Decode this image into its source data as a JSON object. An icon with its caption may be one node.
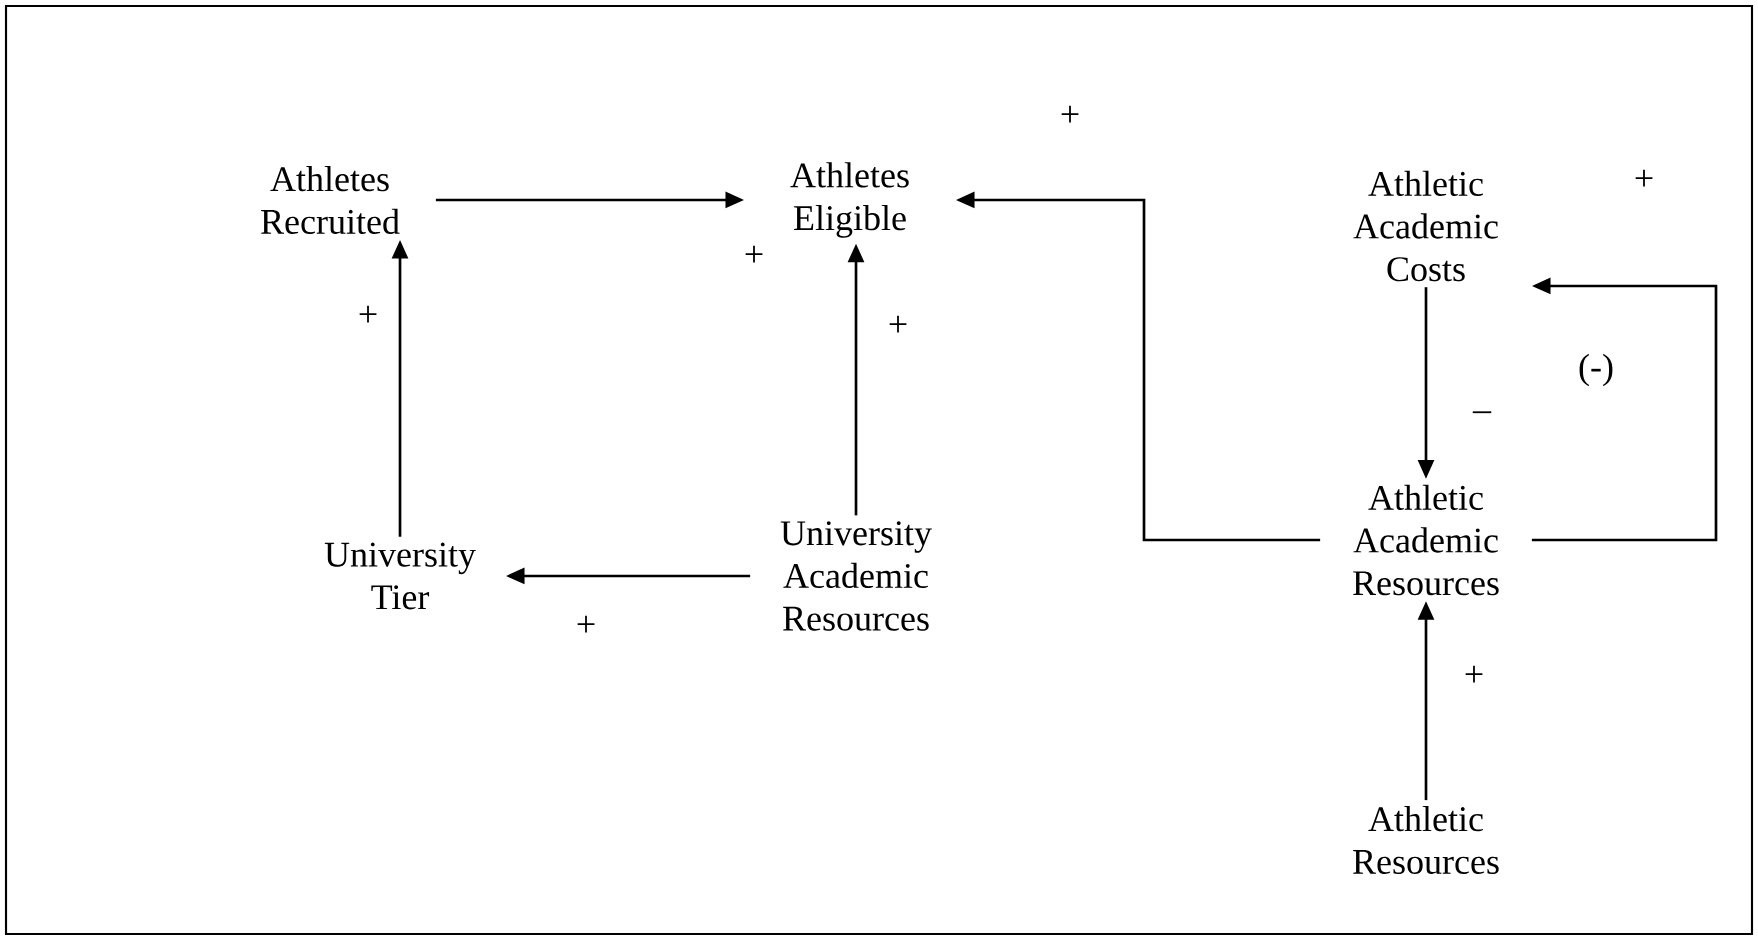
{
  "diagram": {
    "nodes": [
      {
        "text": [
          "Athletes Recruited"
        ]
      },
      {
        "text": [
          "Athletes Eligible"
        ]
      },
      {
        "text": [
          "Athletic Academic Costs"
        ]
      },
      {
        "text": [
          "University Tier"
        ]
      },
      {
        "text": [
          "University Academic Resources"
        ]
      },
      {
        "text": [
          "Athletic Academic Resources"
        ]
      },
      {
        "text": [
          "Athletic Resources"
        ]
      }
    ],
    "edges": [
      {
        "from": 0,
        "to": 1,
        "arrow": "to",
        "label": "+"
      },
      {
        "from": 3,
        "to": 0,
        "arrow": "to",
        "label": "+"
      },
      {
        "from": 4,
        "to": 1,
        "arrow": "to",
        "label": "+"
      },
      {
        "from": 4,
        "to": 3,
        "arrow": "to",
        "label": "+"
      },
      {
        "from": 2,
        "to": 5,
        "arrow": "to",
        "label": "–"
      },
      {
        "from": 5,
        "to": 1,
        "arrow": "to",
        "label": "+"
      },
      {
        "from": 5,
        "to": 2,
        "arrow": "to",
        "label": "+"
      },
      {
        "from": 6,
        "to": 5,
        "arrow": "to",
        "label": "+"
      }
    ],
    "labels": [
      "(-)"
    ]
  }
}
